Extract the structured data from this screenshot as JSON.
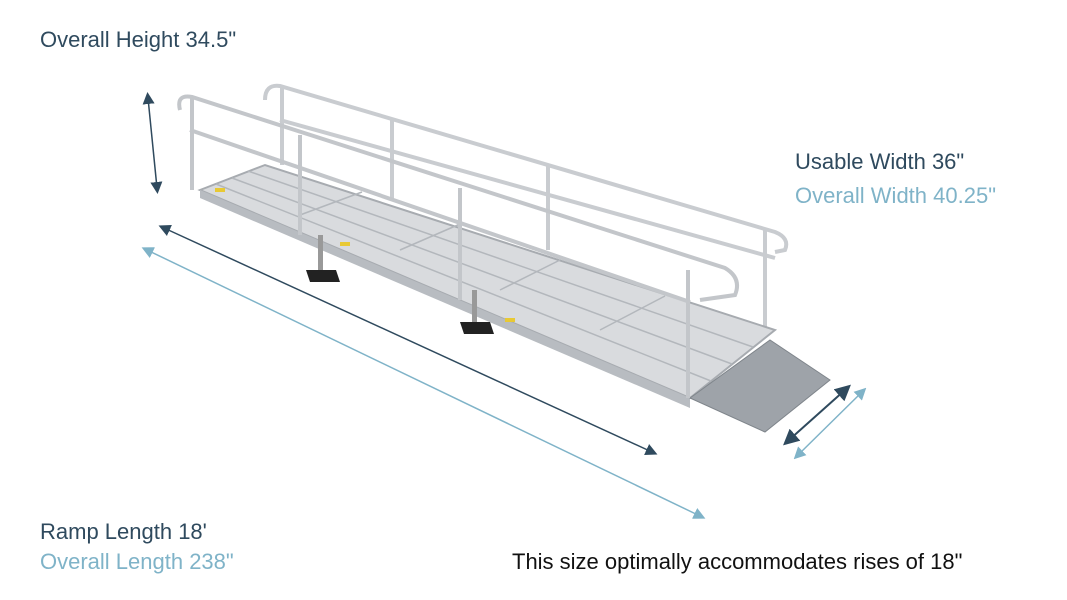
{
  "labels": {
    "overall_height": "Overall Height 34.5\"",
    "usable_width": "Usable Width 36\"",
    "overall_width": "Overall Width 40.25\"",
    "ramp_length": "Ramp Length 18'",
    "overall_length": "Overall Length 238\"",
    "rise_note": "This size optimally accommodates rises of 18\""
  },
  "colors": {
    "dark": "#2f4a5e",
    "light": "#7fb3c8"
  }
}
